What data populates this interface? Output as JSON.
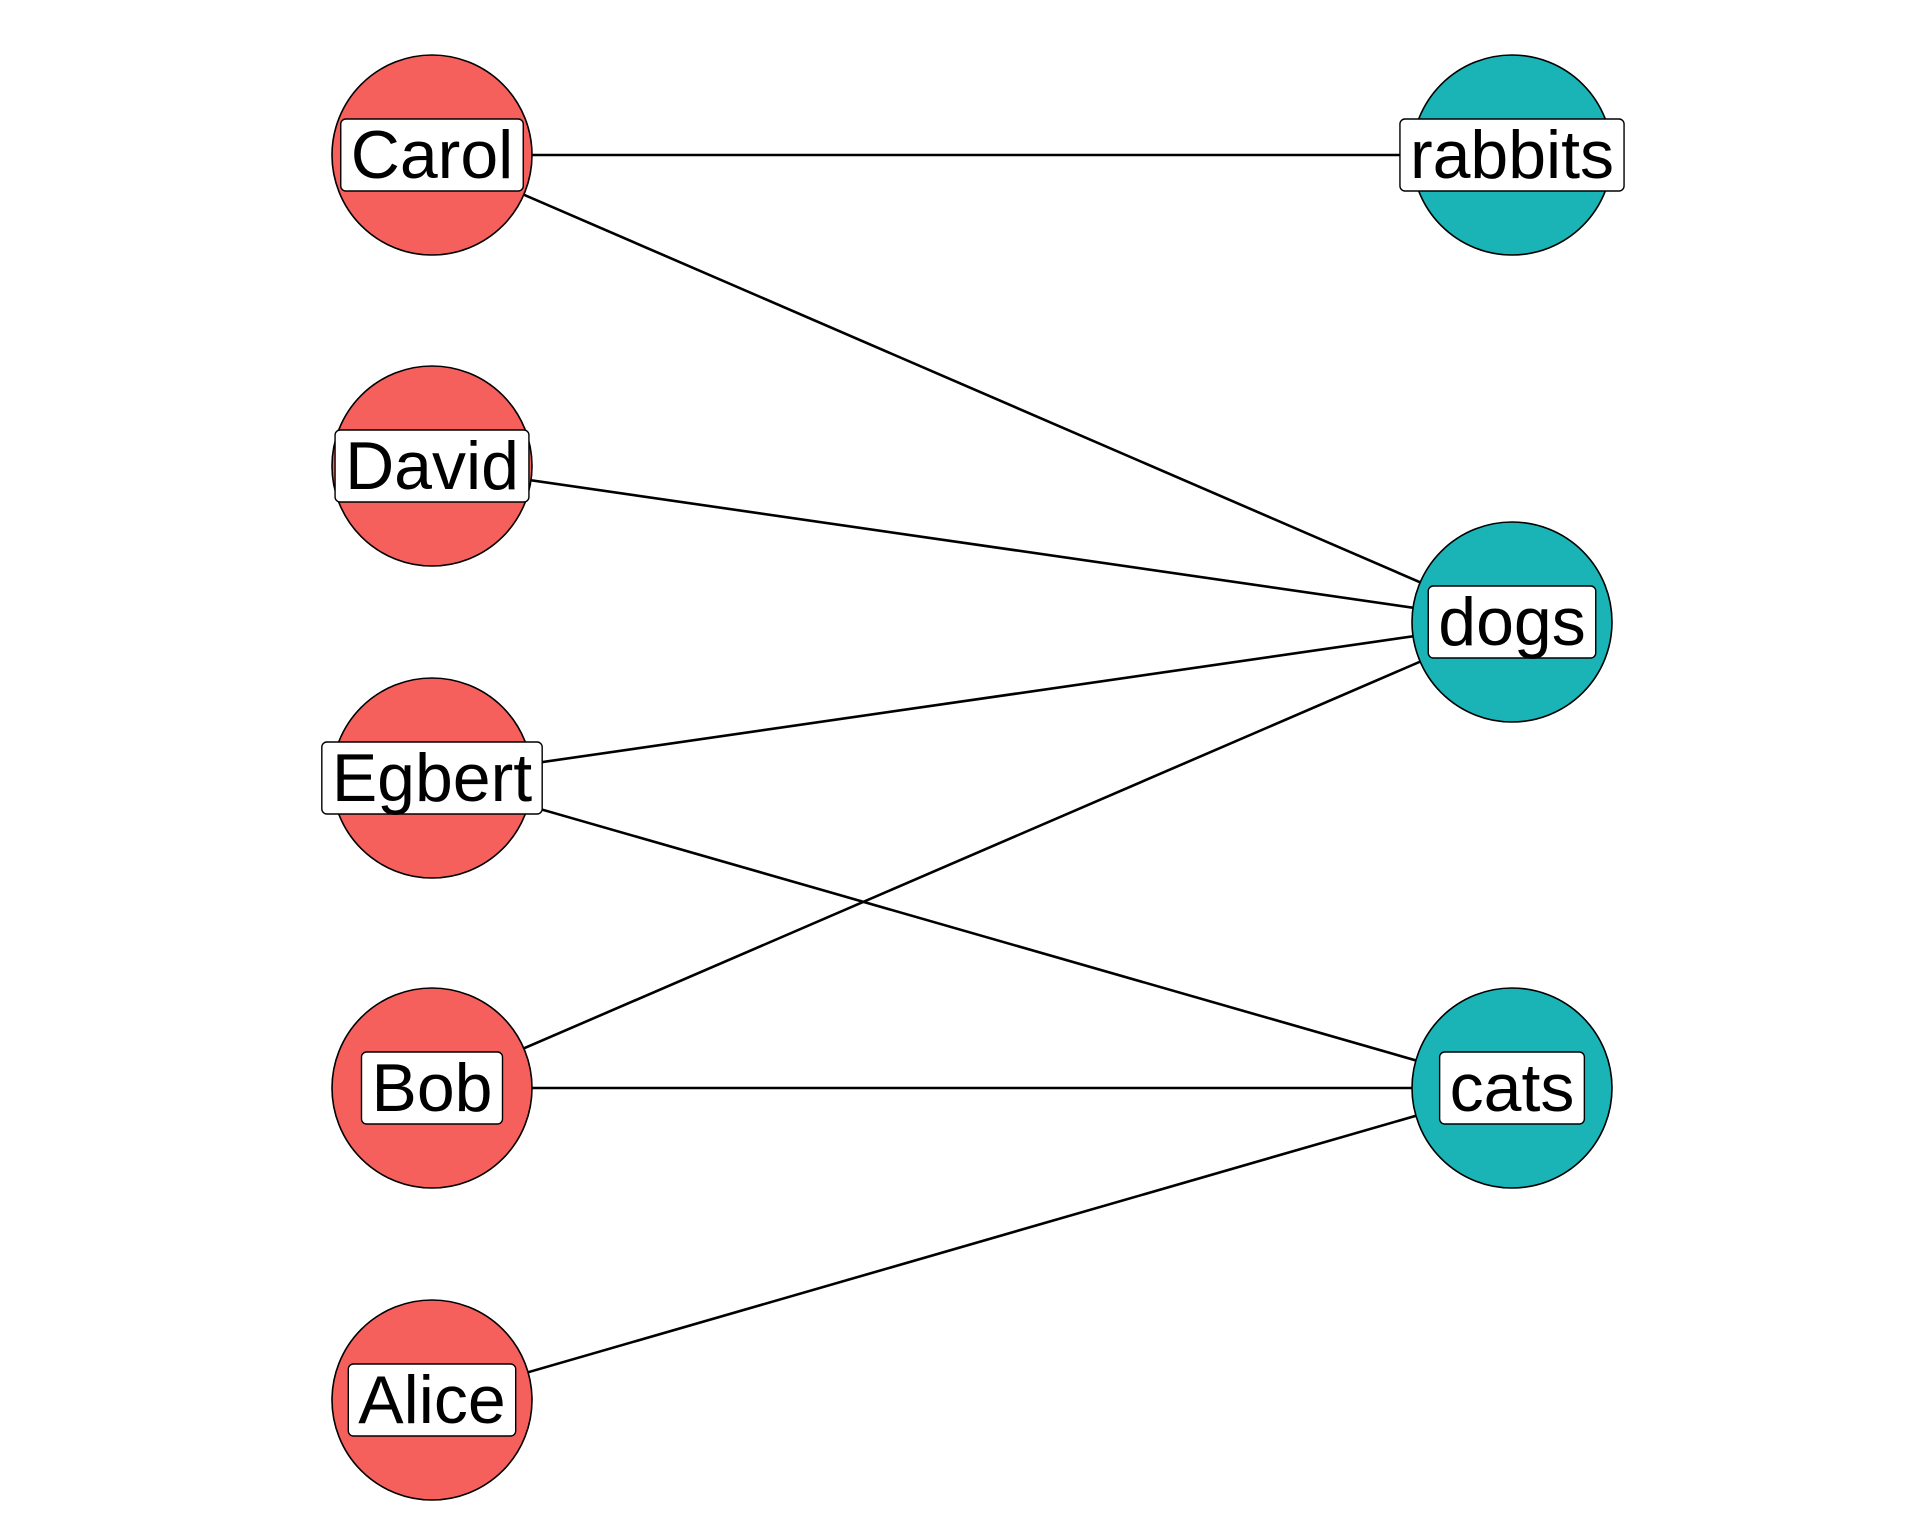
{
  "graph": {
    "groups": {
      "people": {
        "color": "#f5605d"
      },
      "pets": {
        "color": "#1ab3b6"
      }
    },
    "nodes": [
      {
        "id": "carol",
        "label": "Carol",
        "group": "people"
      },
      {
        "id": "david",
        "label": "David",
        "group": "people"
      },
      {
        "id": "egbert",
        "label": "Egbert",
        "group": "people"
      },
      {
        "id": "bob",
        "label": "Bob",
        "group": "people"
      },
      {
        "id": "alice",
        "label": "Alice",
        "group": "people"
      },
      {
        "id": "rabbits",
        "label": "rabbits",
        "group": "pets"
      },
      {
        "id": "dogs",
        "label": "dogs",
        "group": "pets"
      },
      {
        "id": "cats",
        "label": "cats",
        "group": "pets"
      }
    ],
    "edges": [
      {
        "from": "carol",
        "to": "rabbits"
      },
      {
        "from": "carol",
        "to": "dogs"
      },
      {
        "from": "david",
        "to": "dogs"
      },
      {
        "from": "egbert",
        "to": "dogs"
      },
      {
        "from": "egbert",
        "to": "cats"
      },
      {
        "from": "bob",
        "to": "dogs"
      },
      {
        "from": "bob",
        "to": "cats"
      },
      {
        "from": "alice",
        "to": "cats"
      }
    ]
  }
}
